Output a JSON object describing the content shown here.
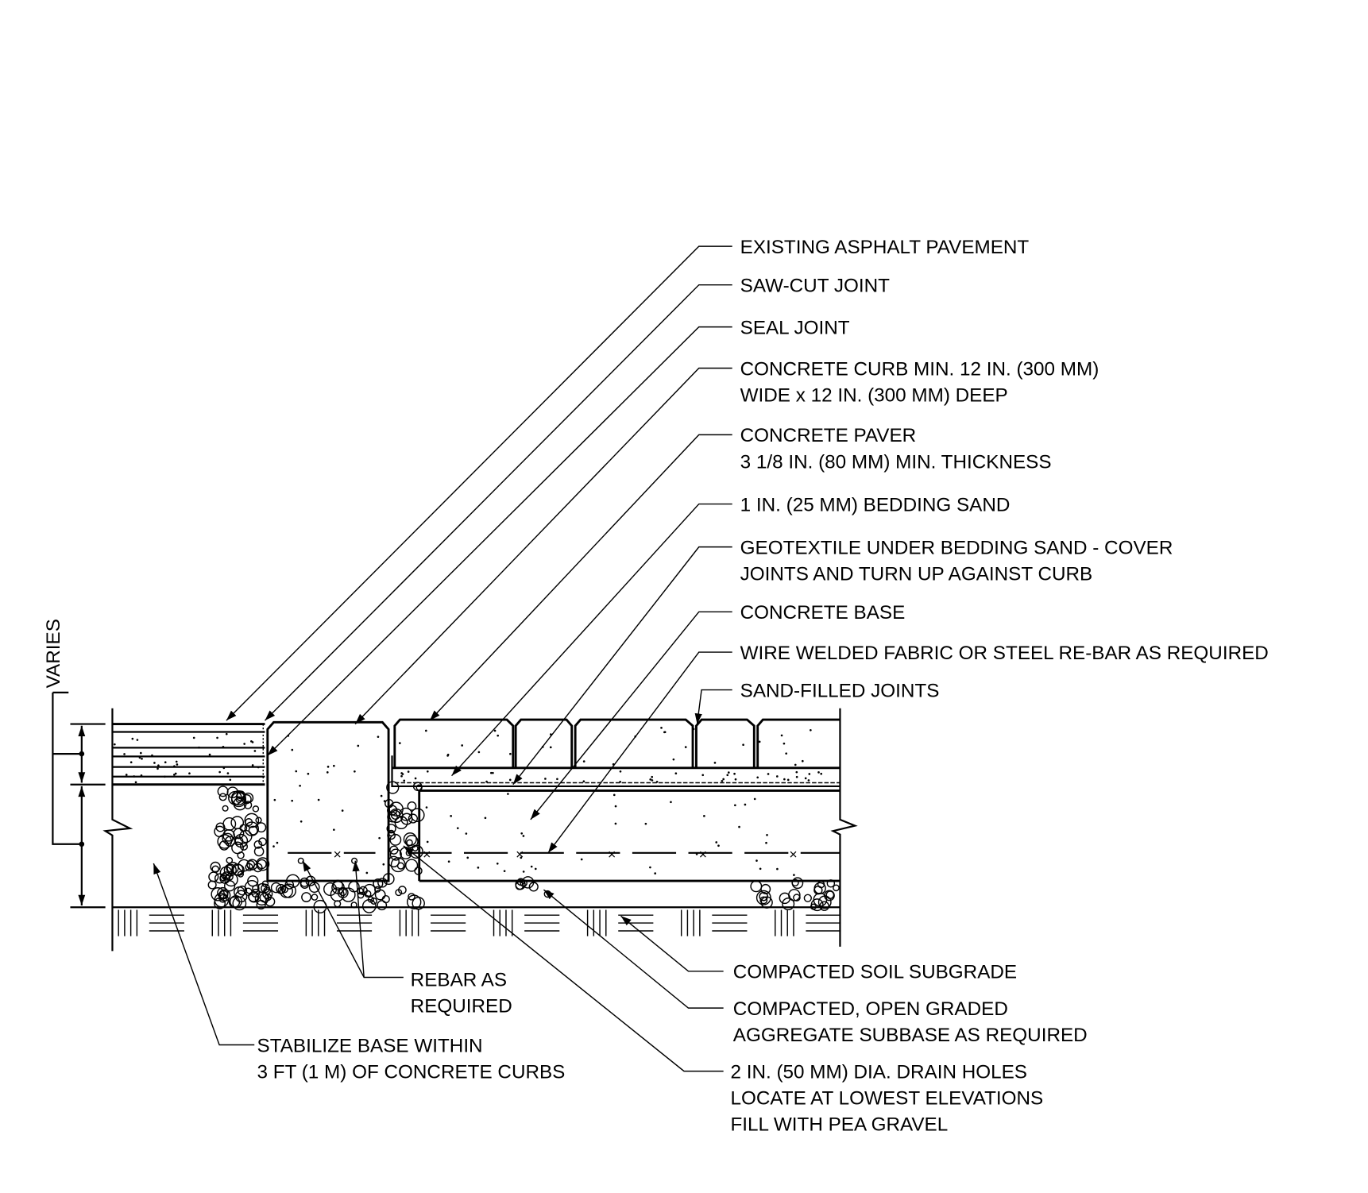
{
  "dimension_label": "VARIES",
  "callouts_right": [
    {
      "lines": [
        "EXISTING ASPHALT PAVEMENT"
      ]
    },
    {
      "lines": [
        "SAW-CUT JOINT"
      ]
    },
    {
      "lines": [
        "SEAL JOINT"
      ]
    },
    {
      "lines": [
        "CONCRETE CURB MIN. 12 IN. (300 MM)",
        "WIDE x 12 IN. (300 MM) DEEP"
      ]
    },
    {
      "lines": [
        "CONCRETE PAVER",
        "3 1/8 IN. (80 MM) MIN. THICKNESS"
      ]
    },
    {
      "lines": [
        "1 IN. (25 MM) BEDDING SAND"
      ]
    },
    {
      "lines": [
        "GEOTEXTILE UNDER BEDDING SAND - COVER",
        "JOINTS AND TURN UP AGAINST CURB"
      ]
    },
    {
      "lines": [
        "CONCRETE BASE"
      ]
    },
    {
      "lines": [
        "WIRE WELDED FABRIC OR STEEL RE-BAR AS REQUIRED"
      ]
    },
    {
      "lines": [
        "SAND-FILLED JOINTS"
      ]
    }
  ],
  "callouts_bottom": [
    {
      "lines": [
        "COMPACTED SOIL SUBGRADE"
      ]
    },
    {
      "lines": [
        "COMPACTED, OPEN GRADED",
        "AGGREGATE SUBBASE AS REQUIRED"
      ]
    },
    {
      "lines": [
        "2 IN. (50 MM) DIA. DRAIN HOLES",
        "LOCATE AT LOWEST ELEVATIONS",
        "FILL WITH PEA GRAVEL"
      ]
    },
    {
      "lines": [
        "REBAR AS",
        "REQUIRED"
      ]
    },
    {
      "lines": [
        "STABILIZE BASE WITHIN",
        "3 FT (1 M) OF CONCRETE CURBS"
      ]
    }
  ]
}
